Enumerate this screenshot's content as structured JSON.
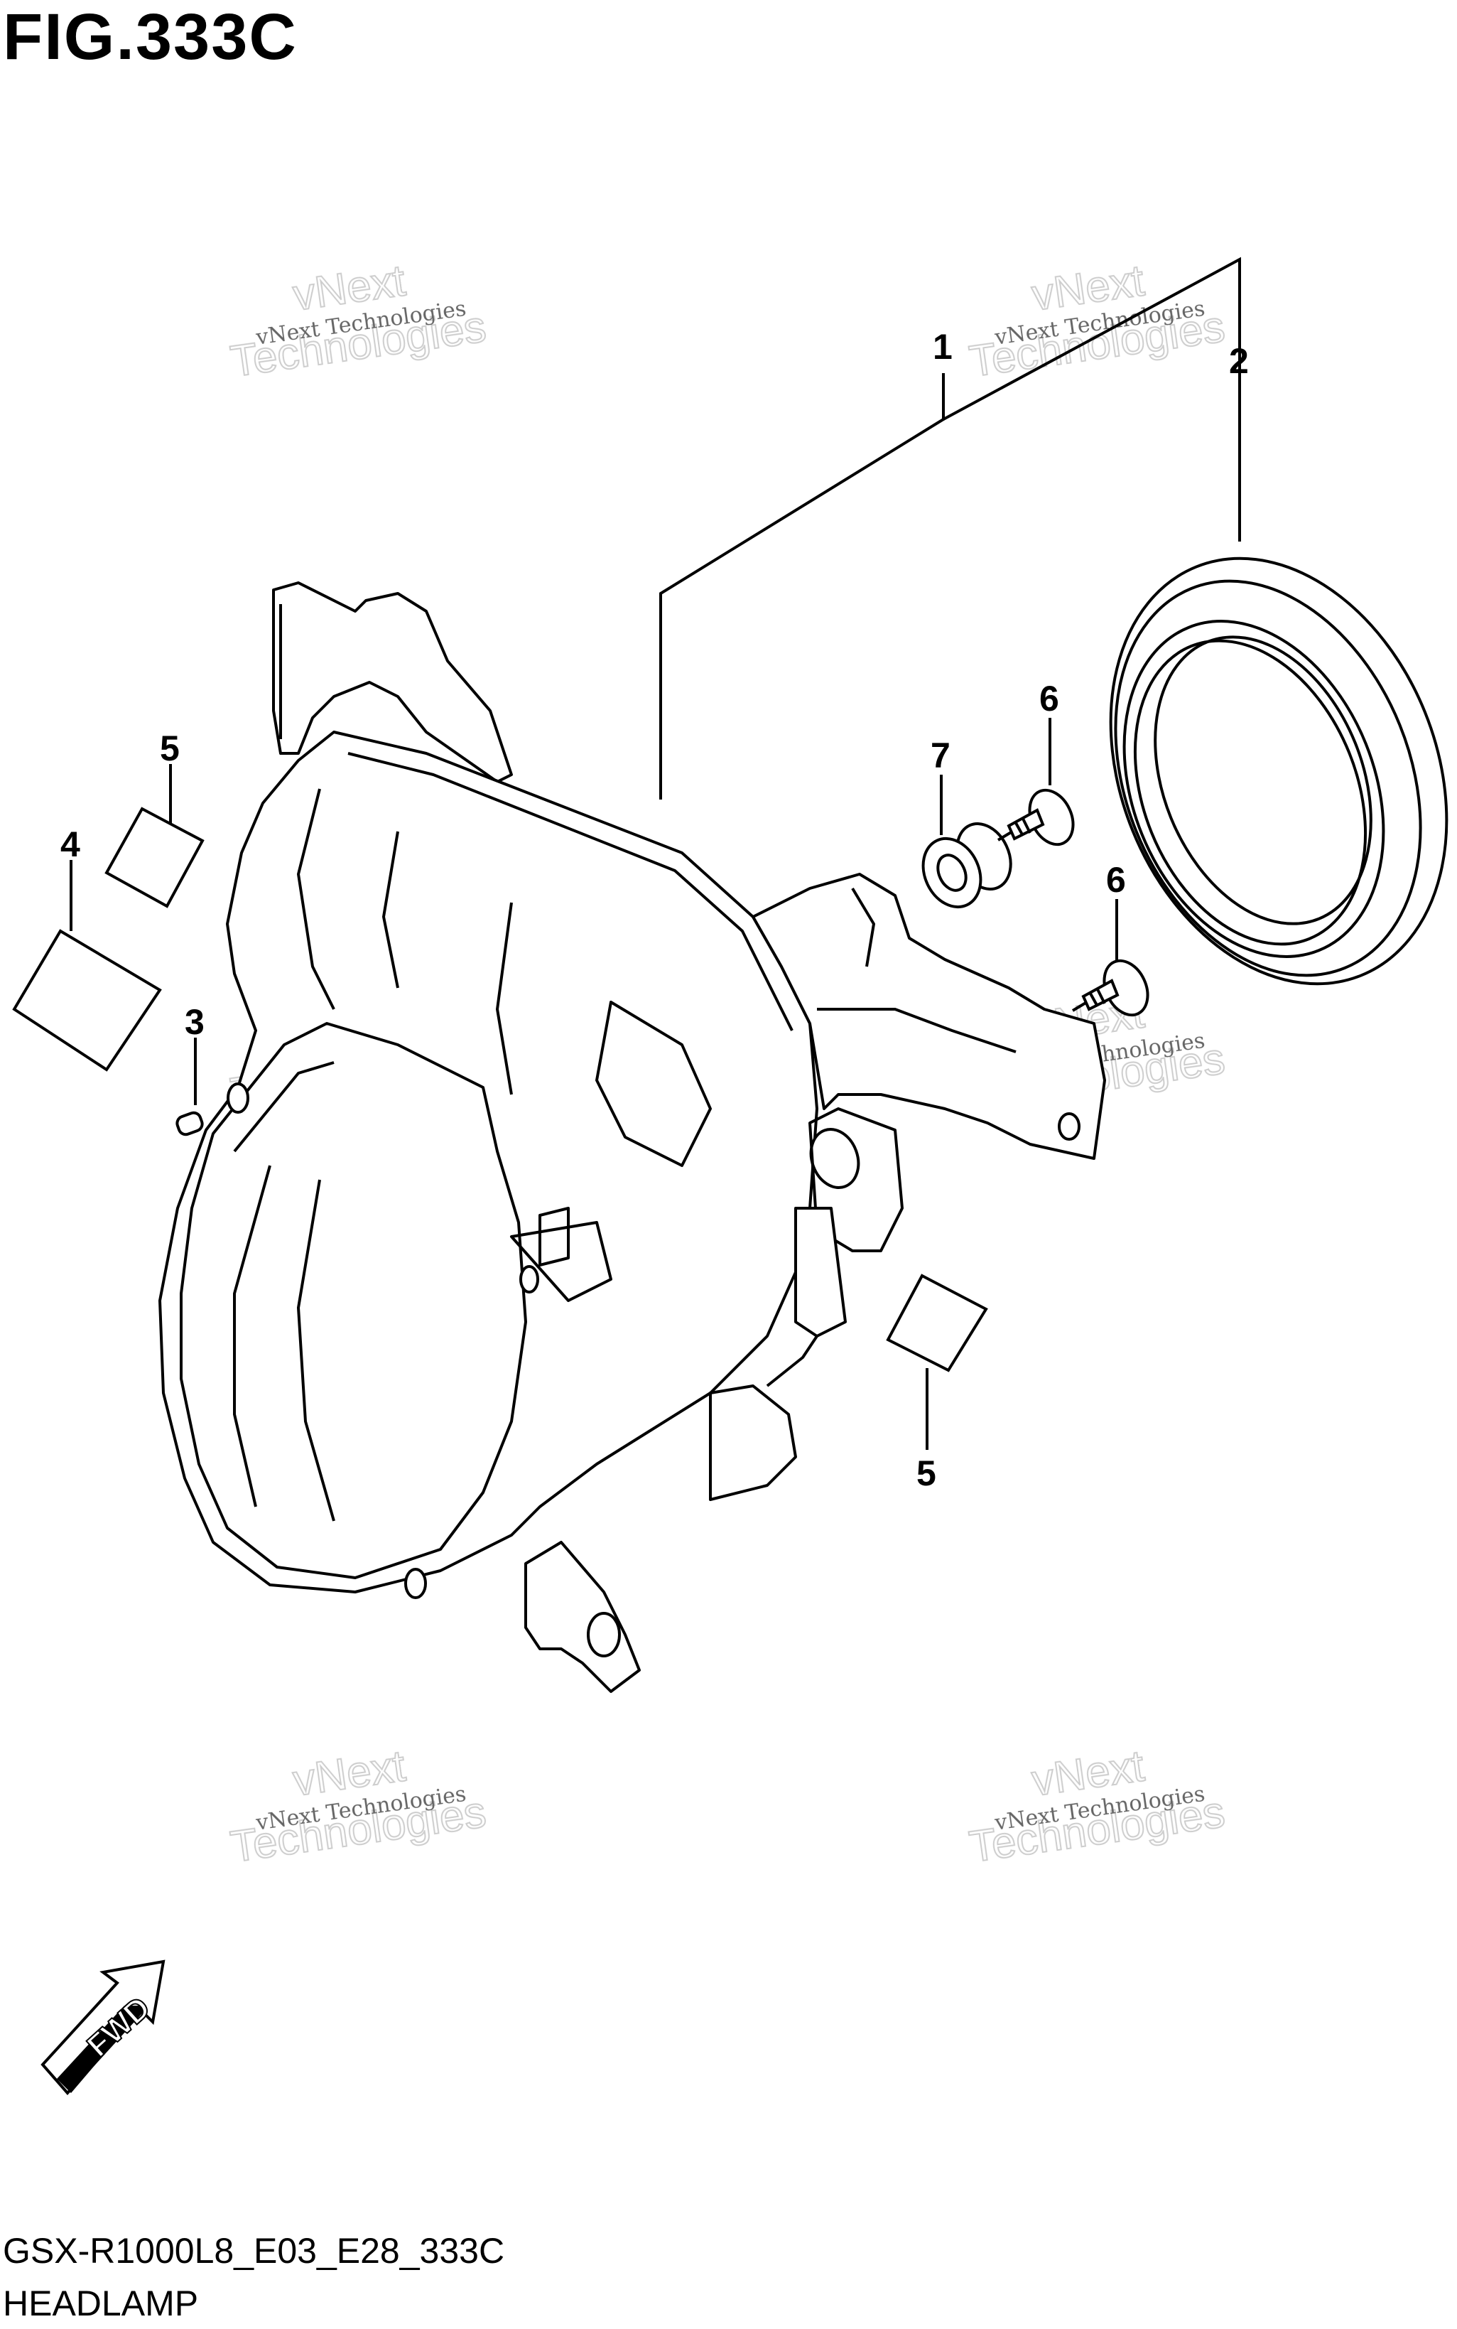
{
  "figure": {
    "title": "FIG.333C",
    "code": "GSX-R1000L8_E03_E28_333C",
    "name": "HEADLAMP"
  },
  "callouts": [
    {
      "id": "1",
      "label": "1"
    },
    {
      "id": "2",
      "label": "2"
    },
    {
      "id": "3",
      "label": "3"
    },
    {
      "id": "4",
      "label": "4"
    },
    {
      "id": "5a",
      "label": "5"
    },
    {
      "id": "5b",
      "label": "5"
    },
    {
      "id": "6a",
      "label": "6"
    },
    {
      "id": "6b",
      "label": "6"
    },
    {
      "id": "7",
      "label": "7"
    }
  ],
  "watermark": {
    "small": "vNext Technologies",
    "big_line1": "vNext",
    "big_line2": "Technologies"
  },
  "direction_arrow": {
    "label": "FWD"
  },
  "colors": {
    "line": "#000000",
    "background": "#ffffff",
    "watermark": "#c8c8c8"
  }
}
